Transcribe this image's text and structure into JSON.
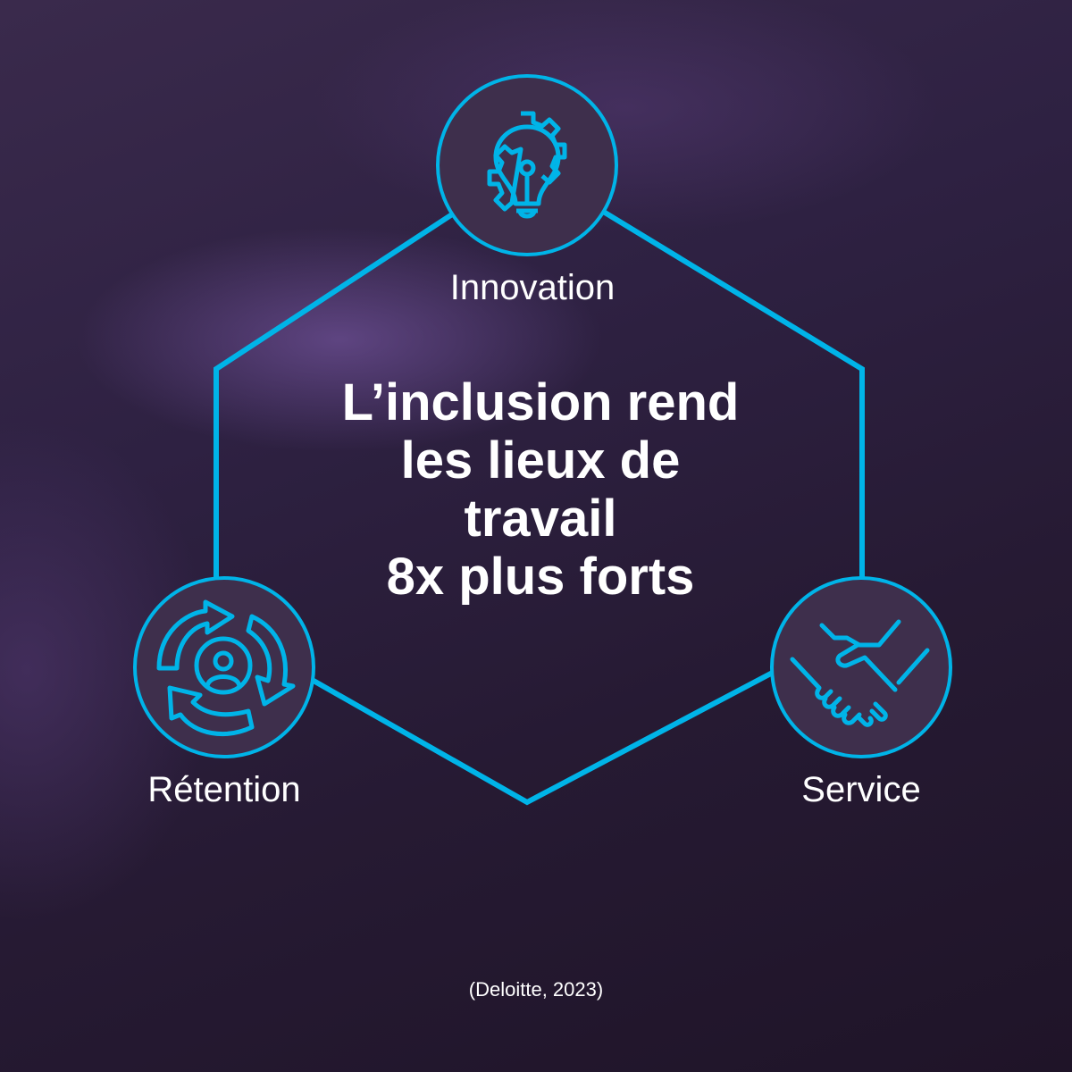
{
  "headline": [
    "L’inclusion rend",
    "les lieux de",
    "travail",
    "8x plus forts"
  ],
  "nodes": {
    "innovation": {
      "label": "Innovation",
      "icon": "lightbulb-gear-icon"
    },
    "retention": {
      "label": "Rétention",
      "icon": "person-cycle-icon"
    },
    "service": {
      "label": "Service",
      "icon": "handshake-icon"
    }
  },
  "source": "(Deloitte, 2023)",
  "colors": {
    "accent": "#00b4e8",
    "circle_fill": "#3e2f4c"
  }
}
